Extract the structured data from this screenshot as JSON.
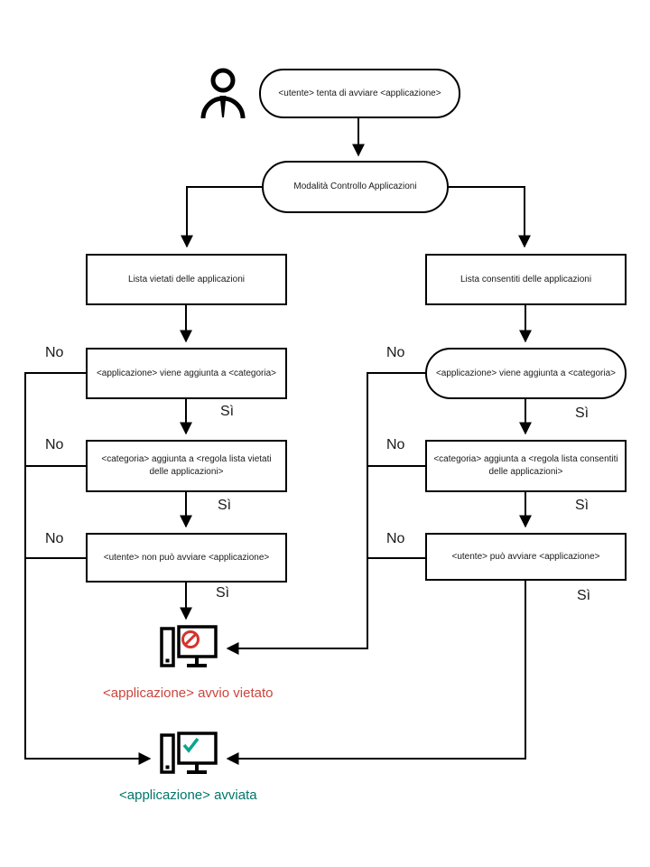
{
  "flowchart": {
    "title_domain": "Application Control flowchart",
    "start": {
      "label": "<utente> tenta di avviare <applicazione>"
    },
    "mode": {
      "label": "Modalità Controllo Applicazioni"
    },
    "labels": {
      "yes": "Sì",
      "no": "No"
    },
    "left_branch": {
      "list": "Lista vietati delle applicazioni",
      "step1": "<applicazione> viene aggiunta a <categoria>",
      "step2": "<categoria> aggiunta a <regola lista vietati delle applicazioni>",
      "step3": "<utente> non può avviare <applicazione>",
      "outcome": "<applicazione> avvio vietato"
    },
    "right_branch": {
      "list": "Lista consentiti delle applicazioni",
      "step1": "<applicazione> viene aggiunta a <categoria>",
      "step2": "<categoria> aggiunta a <regola lista consentiti delle applicazioni>",
      "step3": "<utente> può avviare <applicazione>",
      "outcome": "<applicazione> avviata"
    },
    "icons": {
      "user": "user-icon",
      "blocked": "computer-blocked-icon",
      "allowed": "computer-allowed-icon"
    },
    "colors": {
      "blocked_text": "#c9453f",
      "blocked_sign": "#d5332b",
      "allowed_text": "#00756b",
      "allowed_check": "#0aa58d",
      "line": "#000000"
    }
  }
}
